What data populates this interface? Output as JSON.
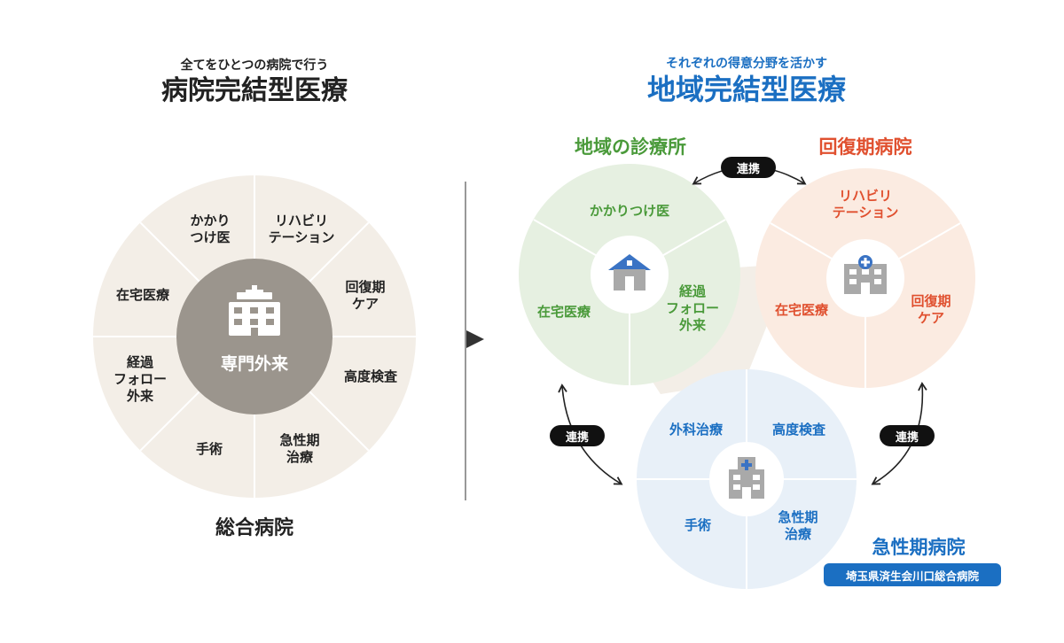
{
  "colors": {
    "dark_text": "#222222",
    "blue": "#1b6fc2",
    "green": "#4a9a3a",
    "orange": "#e0502f",
    "beige": "#f3eee7",
    "gray_center": "#9b958d",
    "green_bg": "#e6f0e1",
    "orange_bg": "#fbebe1",
    "blue_bg": "#e8f0f8",
    "pill_bg": "#111111"
  },
  "left": {
    "subtitle": "全てをひとつの病院で行う",
    "title": "病院完結型医療",
    "center_label": "専門外来",
    "center_icon": "hospital-building-icon",
    "segments": [
      "かかり\nつけ医",
      "リハビリ\nテーション",
      "回復期\nケア",
      "高度検査",
      "急性期\n治療",
      "手術",
      "経過\nフォロー\n外来",
      "在宅医療"
    ],
    "caption": "総合病院"
  },
  "divider_arrow": "triangle-right-icon",
  "right": {
    "subtitle": "それぞれの得意分野を活かす",
    "title": "地域完結型医療",
    "clinic": {
      "name": "地域の診療所",
      "icon": "clinic-house-icon",
      "items": [
        "かかりつけ医",
        "在宅医療",
        "経過\nフォロー\n外来"
      ]
    },
    "recovery": {
      "name": "回復期病院",
      "icon": "hospital-icon",
      "items": [
        "リハビリ\nテーション",
        "在宅医療",
        "回復期\nケア"
      ]
    },
    "acute": {
      "name": "急性期病院",
      "hospital_name": "埼玉県済生会川口総合病院",
      "icon": "hospital-cross-icon",
      "items": [
        "外科治療",
        "高度検査",
        "手術",
        "急性期\n治療"
      ]
    },
    "link_label": "連携"
  }
}
